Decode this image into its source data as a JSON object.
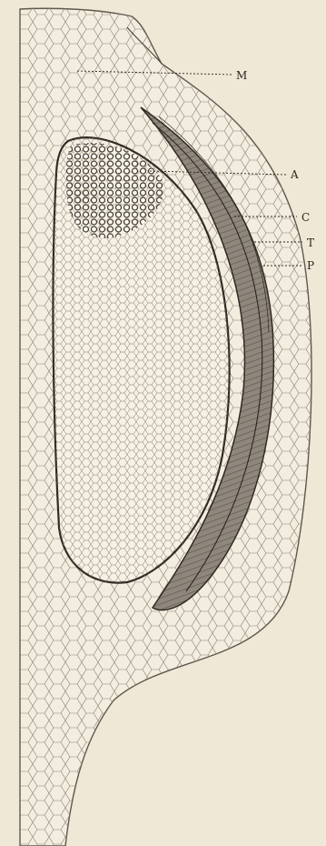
{
  "figure": {
    "labels": {
      "M": "M",
      "A": "A",
      "C": "C",
      "T": "T",
      "P": "P"
    },
    "colors": {
      "background": "#efe8d6",
      "tissue_fill": "#f3eddf",
      "cell_line": "#6f675c",
      "dark_band": "#5a534b",
      "label_ink": "#2a2620"
    }
  }
}
